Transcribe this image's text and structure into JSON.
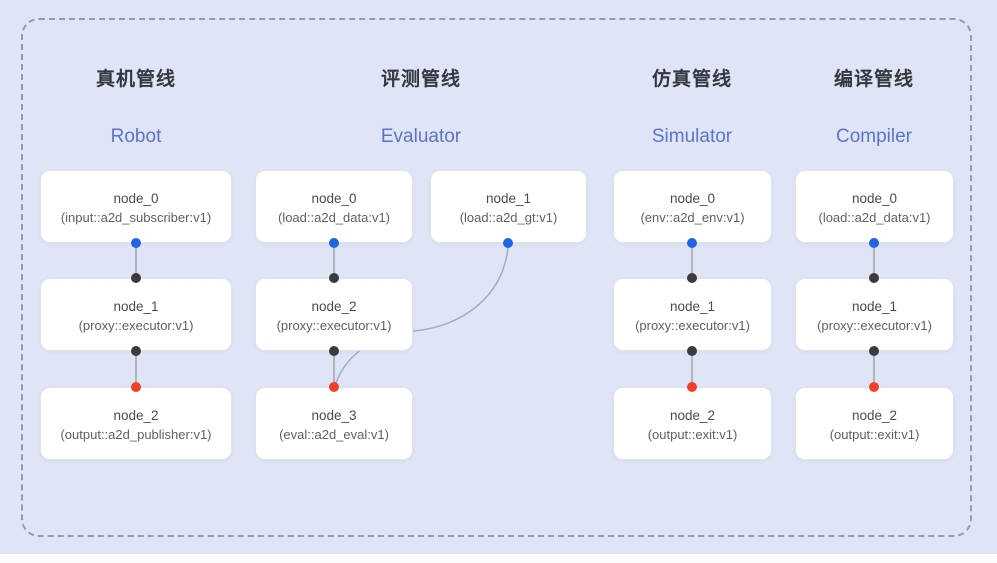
{
  "colors": {
    "bg": "#dfe4f6",
    "panel-border": "#949ba6",
    "node-bg": "#ffffff",
    "node-border": "#e2e3e8",
    "node-title": "#494b50",
    "node-sub": "#5e6065",
    "title-zh": "#34373d",
    "title-en": "#5b75c6",
    "wire": "#8f939b",
    "curve": "#a0accc",
    "dot-blue": "#2264df",
    "dot-black": "#3b3b3d",
    "dot-red": "#ef4129",
    "bottom-strip": "#fbfcfd"
  },
  "pipelines": [
    {
      "title_zh": "真机管线",
      "title_en": "Robot",
      "nodes": [
        {
          "name": "node_0",
          "impl": "(input::a2d_subscriber:v1)"
        },
        {
          "name": "node_1",
          "impl": "(proxy::executor:v1)"
        },
        {
          "name": "node_2",
          "impl": "(output::a2d_publisher:v1)"
        }
      ],
      "edges": [
        {
          "from": "node_0",
          "to": "node_1",
          "from_port": "blue",
          "to_port": "black"
        },
        {
          "from": "node_1",
          "to": "node_2",
          "from_port": "black",
          "to_port": "red"
        }
      ]
    },
    {
      "title_zh": "评测管线",
      "title_en": "Evaluator",
      "nodes": [
        {
          "name": "node_0",
          "impl": "(load::a2d_data:v1)"
        },
        {
          "name": "node_1",
          "impl": "(load::a2d_gt:v1)"
        },
        {
          "name": "node_2",
          "impl": "(proxy::executor:v1)"
        },
        {
          "name": "node_3",
          "impl": "(eval::a2d_eval:v1)"
        }
      ],
      "edges": [
        {
          "from": "node_0",
          "to": "node_2",
          "from_port": "blue",
          "to_port": "black"
        },
        {
          "from": "node_2",
          "to": "node_3",
          "from_port": "black",
          "to_port": "red"
        },
        {
          "from": "node_1",
          "to": "node_3",
          "from_port": "blue",
          "to_port": "red",
          "shape": "curve"
        }
      ]
    },
    {
      "title_zh": "仿真管线",
      "title_en": "Simulator",
      "nodes": [
        {
          "name": "node_0",
          "impl": "(env::a2d_env:v1)"
        },
        {
          "name": "node_1",
          "impl": "(proxy::executor:v1)"
        },
        {
          "name": "node_2",
          "impl": "(output::exit:v1)"
        }
      ],
      "edges": [
        {
          "from": "node_0",
          "to": "node_1",
          "from_port": "blue",
          "to_port": "black"
        },
        {
          "from": "node_1",
          "to": "node_2",
          "from_port": "black",
          "to_port": "red"
        }
      ]
    },
    {
      "title_zh": "编译管线",
      "title_en": "Compiler",
      "nodes": [
        {
          "name": "node_0",
          "impl": "(load::a2d_data:v1)"
        },
        {
          "name": "node_1",
          "impl": "(proxy::executor:v1)"
        },
        {
          "name": "node_2",
          "impl": "(output::exit:v1)"
        }
      ],
      "edges": [
        {
          "from": "node_0",
          "to": "node_1",
          "from_port": "blue",
          "to_port": "black"
        },
        {
          "from": "node_1",
          "to": "node_2",
          "from_port": "black",
          "to_port": "red"
        }
      ]
    }
  ]
}
